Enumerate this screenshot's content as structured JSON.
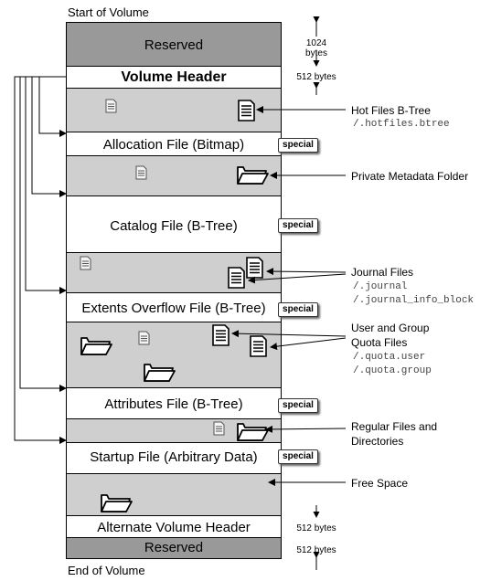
{
  "edges": {
    "start": "Start of Volume",
    "end": "End of Volume"
  },
  "bands": {
    "reserved_top": "Reserved",
    "volume_header": "Volume Header",
    "allocation": "Allocation File (Bitmap)",
    "catalog": "Catalog File (B-Tree)",
    "extents": "Extents Overflow File (B-Tree)",
    "attributes": "Attributes File (B-Tree)",
    "startup": "Startup File (Arbitrary Data)",
    "alternate_header": "Alternate Volume Header",
    "reserved_bottom": "Reserved"
  },
  "badge": "special",
  "sizes": {
    "reserved_top": "1024 bytes",
    "volume_header": "512 bytes",
    "alternate_header": "512 bytes",
    "reserved_bottom": "512 bytes"
  },
  "annotations": {
    "hot_files": {
      "label": "Hot Files B-Tree",
      "path": "/.hotfiles.btree"
    },
    "private_folder": {
      "label": "Private Metadata Folder"
    },
    "journal": {
      "label": "Journal Files",
      "paths": [
        "/.journal",
        "/.journal_info_block"
      ]
    },
    "quota": {
      "label_1": "User and Group",
      "label_2": "Quota Files",
      "paths": [
        "/.quota.user",
        "/.quota.group"
      ]
    },
    "regular": {
      "label_1": "Regular Files and",
      "label_2": "Directories"
    },
    "free_space": {
      "label": "Free Space"
    }
  }
}
